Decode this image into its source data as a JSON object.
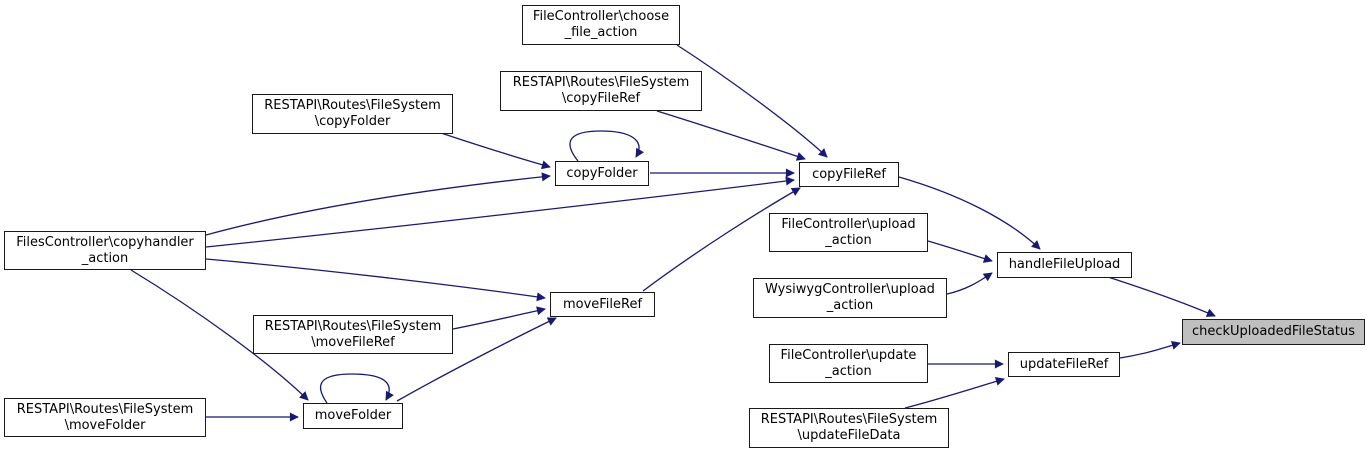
{
  "diagram": {
    "type": "call-graph",
    "background": "#ffffff",
    "edge_color": "#191970",
    "node_fill": "#ffffff",
    "node_border": "#1a1a1a",
    "highlight_fill": "#bfbfbf",
    "nodes": {
      "file_controller_choose_file_action": "FileController\\choose\n_file_action",
      "restapi_copy_file_ref": "RESTAPI\\Routes\\FileSystem\n\\copyFileRef",
      "restapi_copy_folder": "RESTAPI\\Routes\\FileSystem\n\\copyFolder",
      "copy_folder": "copyFolder",
      "copy_file_ref": "copyFileRef",
      "files_controller_copyhandler_action": "FilesController\\copyhandler\n_action",
      "restapi_move_file_ref": "RESTAPI\\Routes\\FileSystem\n\\moveFileRef",
      "move_file_ref": "moveFileRef",
      "restapi_move_folder": "RESTAPI\\Routes\\FileSystem\n\\moveFolder",
      "move_folder": "moveFolder",
      "file_controller_upload_action": "FileController\\upload\n_action",
      "wysiwyg_controller_upload_action": "WysiwygController\\upload\n_action",
      "file_controller_update_action": "FileController\\update\n_action",
      "restapi_update_file_data": "RESTAPI\\Routes\\FileSystem\n\\updateFileData",
      "handle_file_upload": "handleFileUpload",
      "update_file_ref": "updateFileRef",
      "check_uploaded_file_status": "checkUploadedFileStatus"
    },
    "edges": [
      {
        "from": "RESTAPI\\Routes\\FileSystem\\copyFolder",
        "to": "copyFolder"
      },
      {
        "from": "FilesController\\copyhandler_action",
        "to": "copyFolder"
      },
      {
        "from": "copyFolder",
        "to": "copyFolder"
      },
      {
        "from": "copyFolder",
        "to": "copyFileRef"
      },
      {
        "from": "FileController\\choose_file_action",
        "to": "copyFileRef"
      },
      {
        "from": "RESTAPI\\Routes\\FileSystem\\copyFileRef",
        "to": "copyFileRef"
      },
      {
        "from": "FilesController\\copyhandler_action",
        "to": "copyFileRef"
      },
      {
        "from": "moveFileRef",
        "to": "copyFileRef"
      },
      {
        "from": "FilesController\\copyhandler_action",
        "to": "moveFileRef"
      },
      {
        "from": "RESTAPI\\Routes\\FileSystem\\moveFileRef",
        "to": "moveFileRef"
      },
      {
        "from": "moveFolder",
        "to": "moveFileRef"
      },
      {
        "from": "FilesController\\copyhandler_action",
        "to": "moveFolder"
      },
      {
        "from": "RESTAPI\\Routes\\FileSystem\\moveFolder",
        "to": "moveFolder"
      },
      {
        "from": "moveFolder",
        "to": "moveFolder"
      },
      {
        "from": "copyFileRef",
        "to": "handleFileUpload"
      },
      {
        "from": "FileController\\upload_action",
        "to": "handleFileUpload"
      },
      {
        "from": "WysiwygController\\upload_action",
        "to": "handleFileUpload"
      },
      {
        "from": "handleFileUpload",
        "to": "checkUploadedFileStatus"
      },
      {
        "from": "FileController\\update_action",
        "to": "updateFileRef"
      },
      {
        "from": "RESTAPI\\Routes\\FileSystem\\updateFileData",
        "to": "updateFileRef"
      },
      {
        "from": "updateFileRef",
        "to": "checkUploadedFileStatus"
      }
    ]
  }
}
